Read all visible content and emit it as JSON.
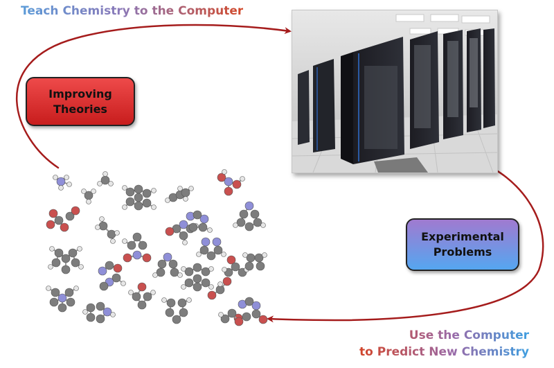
{
  "labels": {
    "top_caption": "Teach Chemistry to the Computer",
    "bottom_caption_line1": "Use the Computer",
    "bottom_caption_line2": "to Predict New Chemistry",
    "box_theories_line1": "Improving",
    "box_theories_line2": "Theories",
    "box_problems_line1": "Experimental",
    "box_problems_line2": "Problems"
  },
  "colors": {
    "arrow": "#a51c1c",
    "theories_box": "#d92c2c",
    "problems_box_top": "#a07ad0",
    "problems_box_bottom": "#55a6f0"
  },
  "images": {
    "supercomputer": "data-center-server-racks",
    "molecules": "ball-and-stick-molecule-collection"
  }
}
